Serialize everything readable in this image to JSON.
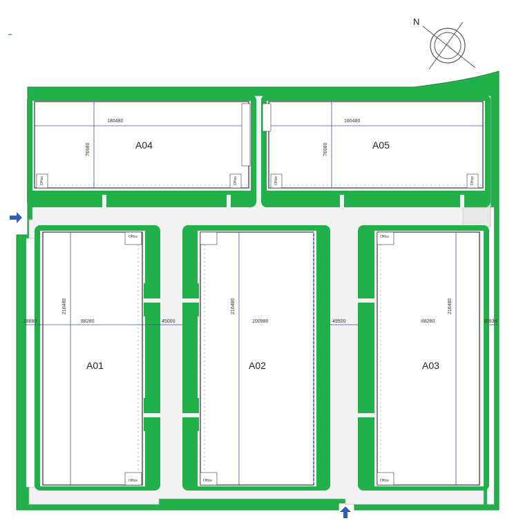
{
  "north_label": "N",
  "buildings": {
    "A01": {
      "label": "A01",
      "width": "88280",
      "depth": "216480",
      "offset": "18880"
    },
    "A02": {
      "label": "A02",
      "width": "100980",
      "depth": "216480"
    },
    "A03": {
      "label": "A03",
      "width": "88280",
      "depth": "216480",
      "offset": "18934"
    },
    "A04": {
      "label": "A04",
      "width": "180480",
      "depth": "76980"
    },
    "A05": {
      "label": "A05",
      "width": "180480",
      "depth": "76980"
    }
  },
  "gaps": {
    "a01_a02": "45000",
    "a02_a03": "49500"
  },
  "office_label": "Office",
  "colors": {
    "landscape": "#22b04b",
    "road": "#f2f2f2",
    "grid": "#3b4fa8",
    "arrow": "#2f5fb3"
  }
}
